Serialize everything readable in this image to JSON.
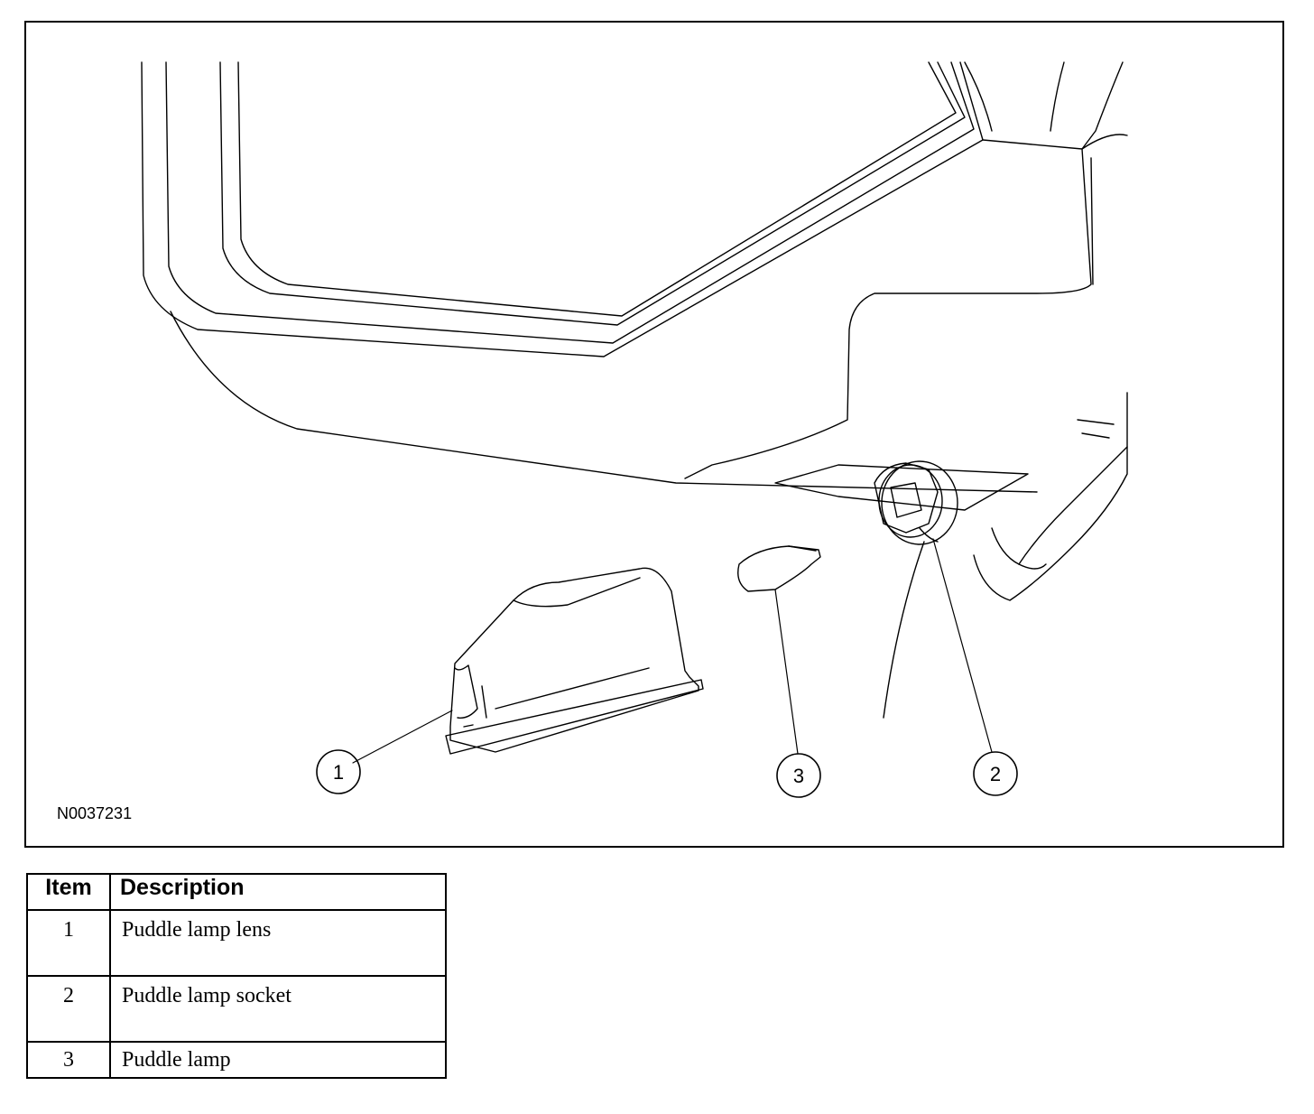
{
  "figure": {
    "id": "N0037231",
    "callouts": [
      {
        "number": "1"
      },
      {
        "number": "3"
      },
      {
        "number": "2"
      }
    ]
  },
  "legend": {
    "headers": {
      "item": "Item",
      "description": "Description"
    },
    "rows": [
      {
        "item": "1",
        "description": "Puddle lamp lens"
      },
      {
        "item": "2",
        "description": "Puddle lamp socket"
      },
      {
        "item": "3",
        "description": "Puddle lamp"
      }
    ]
  }
}
